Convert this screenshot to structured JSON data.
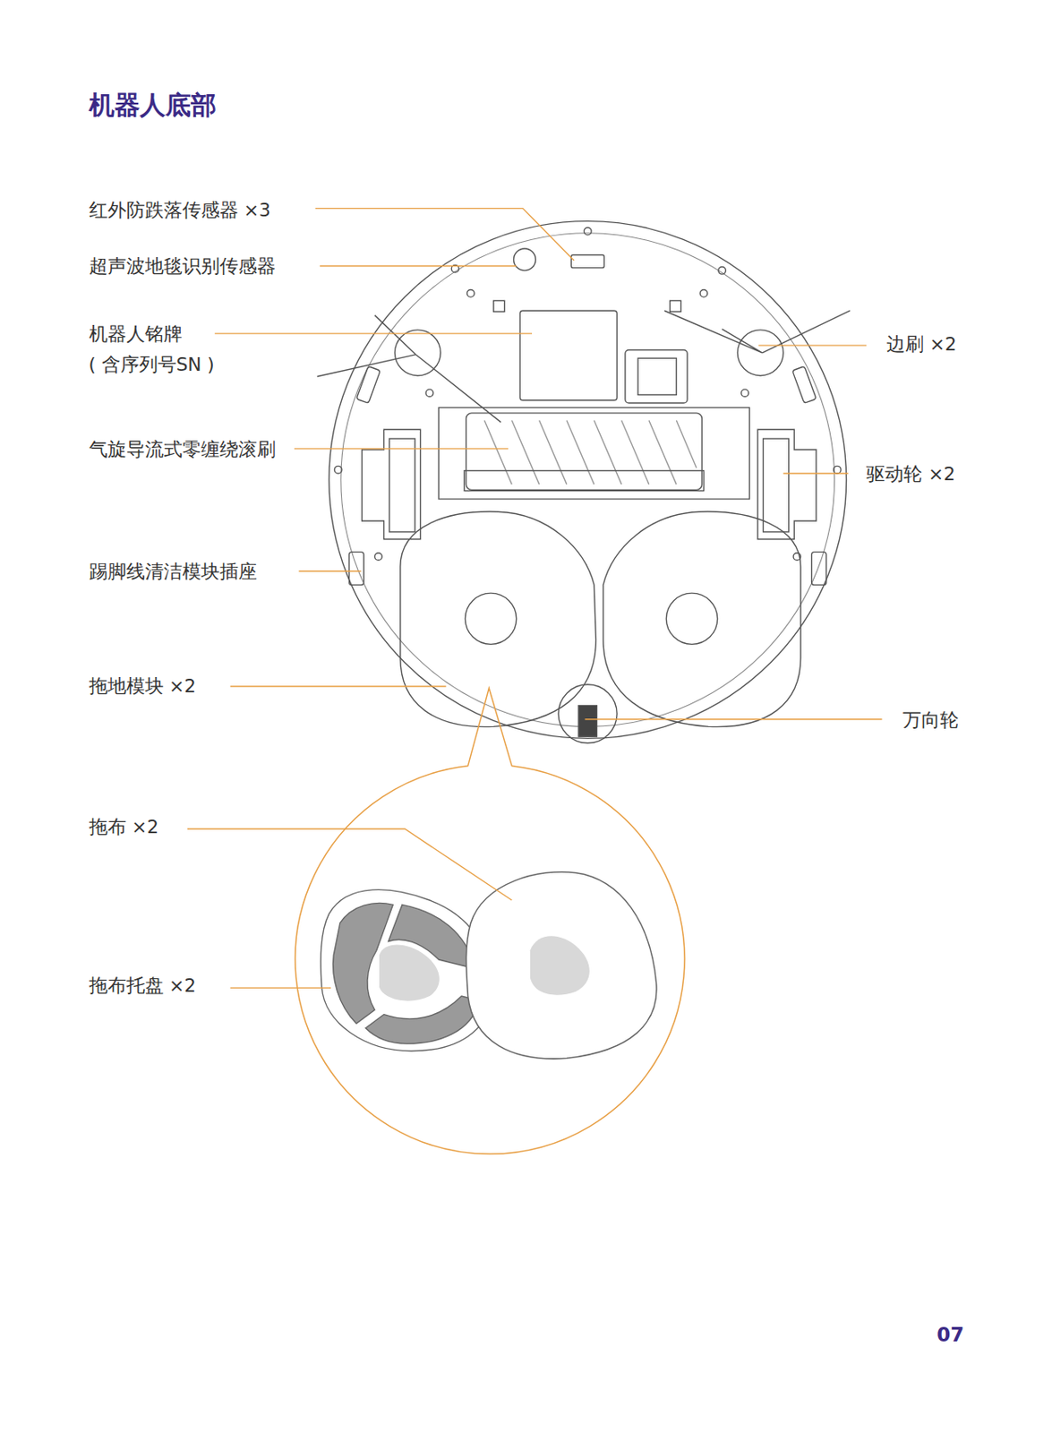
{
  "diagram": {
    "title": "机器人底部",
    "labels": [
      "红外防跌落传感器 ×3",
      "超声波地毯识别传感器",
      "机器人铭牌",
      "( 含序列号SN )",
      "气旋导流式零缠绕滚刷",
      "踢脚线清洁模块插座",
      "拖地模块 ×2",
      "拖布 ×2",
      "拖布托盘 ×2",
      "边刷 ×2",
      "驱动轮 ×2",
      "万向轮",
      "07"
    ]
  }
}
